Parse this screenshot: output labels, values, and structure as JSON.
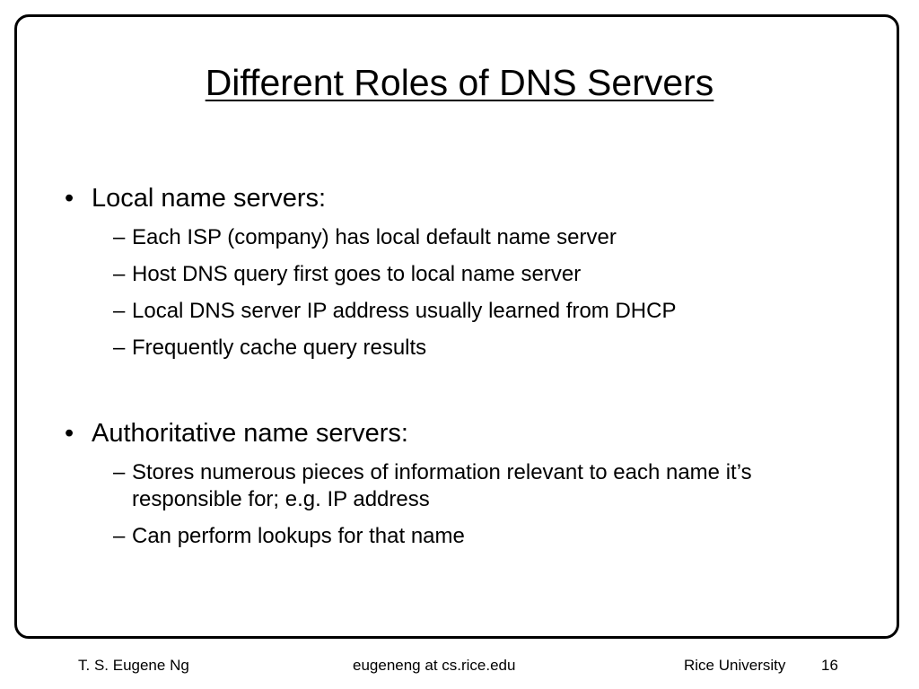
{
  "title": "Different Roles of DNS Servers",
  "sections": [
    {
      "heading": "Local name servers:",
      "items": [
        "Each ISP (company) has local default name server",
        "Host DNS query first goes to local name server",
        "Local DNS server IP address usually learned from DHCP",
        "Frequently cache query results"
      ]
    },
    {
      "heading": "Authoritative name servers:",
      "items": [
        "Stores numerous pieces of information relevant to each name it’s responsible for; e.g. IP address",
        "Can perform lookups for that name"
      ]
    }
  ],
  "markers": {
    "bullet": "•",
    "dash": "–"
  },
  "footer": {
    "author": "T. S. Eugene Ng",
    "email": "eugeneng at cs.rice.edu",
    "institution": "Rice University",
    "page_number": "16"
  }
}
